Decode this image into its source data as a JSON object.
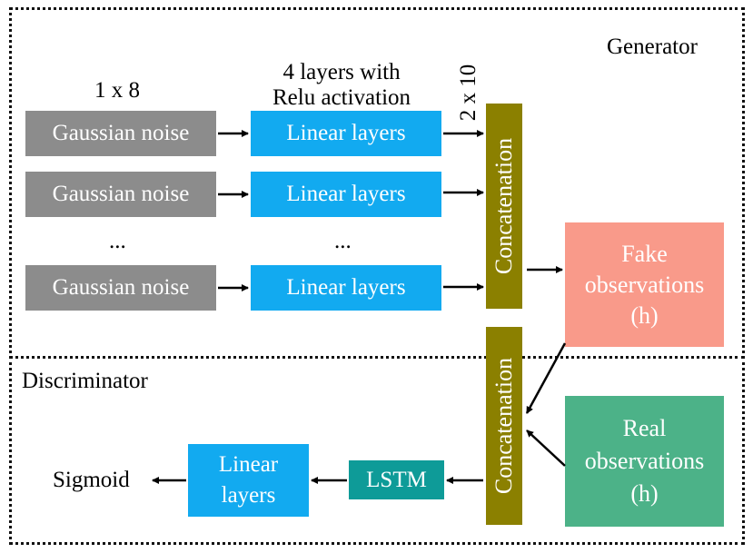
{
  "generator": {
    "title": "Generator",
    "size_label": "1 x 8",
    "layers_label": "4 layers with\nRelu activation",
    "output_size_label": "2 x 10",
    "noise_label": "Gaussian noise",
    "linear_label": "Linear layers",
    "ellipsis": "...",
    "concat_label": "Concatenation",
    "fake_label": "Fake\nobservations\n(h)"
  },
  "discriminator": {
    "title": "Discriminator",
    "concat_label": "Concatenation",
    "real_label": "Real\nobservations\n(h)",
    "lstm_label": "LSTM",
    "linear_label": "Linear\nlayers",
    "output_label": "Sigmoid"
  },
  "colors": {
    "noise": "#8c8c8c",
    "linear": "#12aaf0",
    "concatenation": "#8b8000",
    "fake": "#f99a8a",
    "real": "#4cb288",
    "lstm": "#0e9b98"
  }
}
